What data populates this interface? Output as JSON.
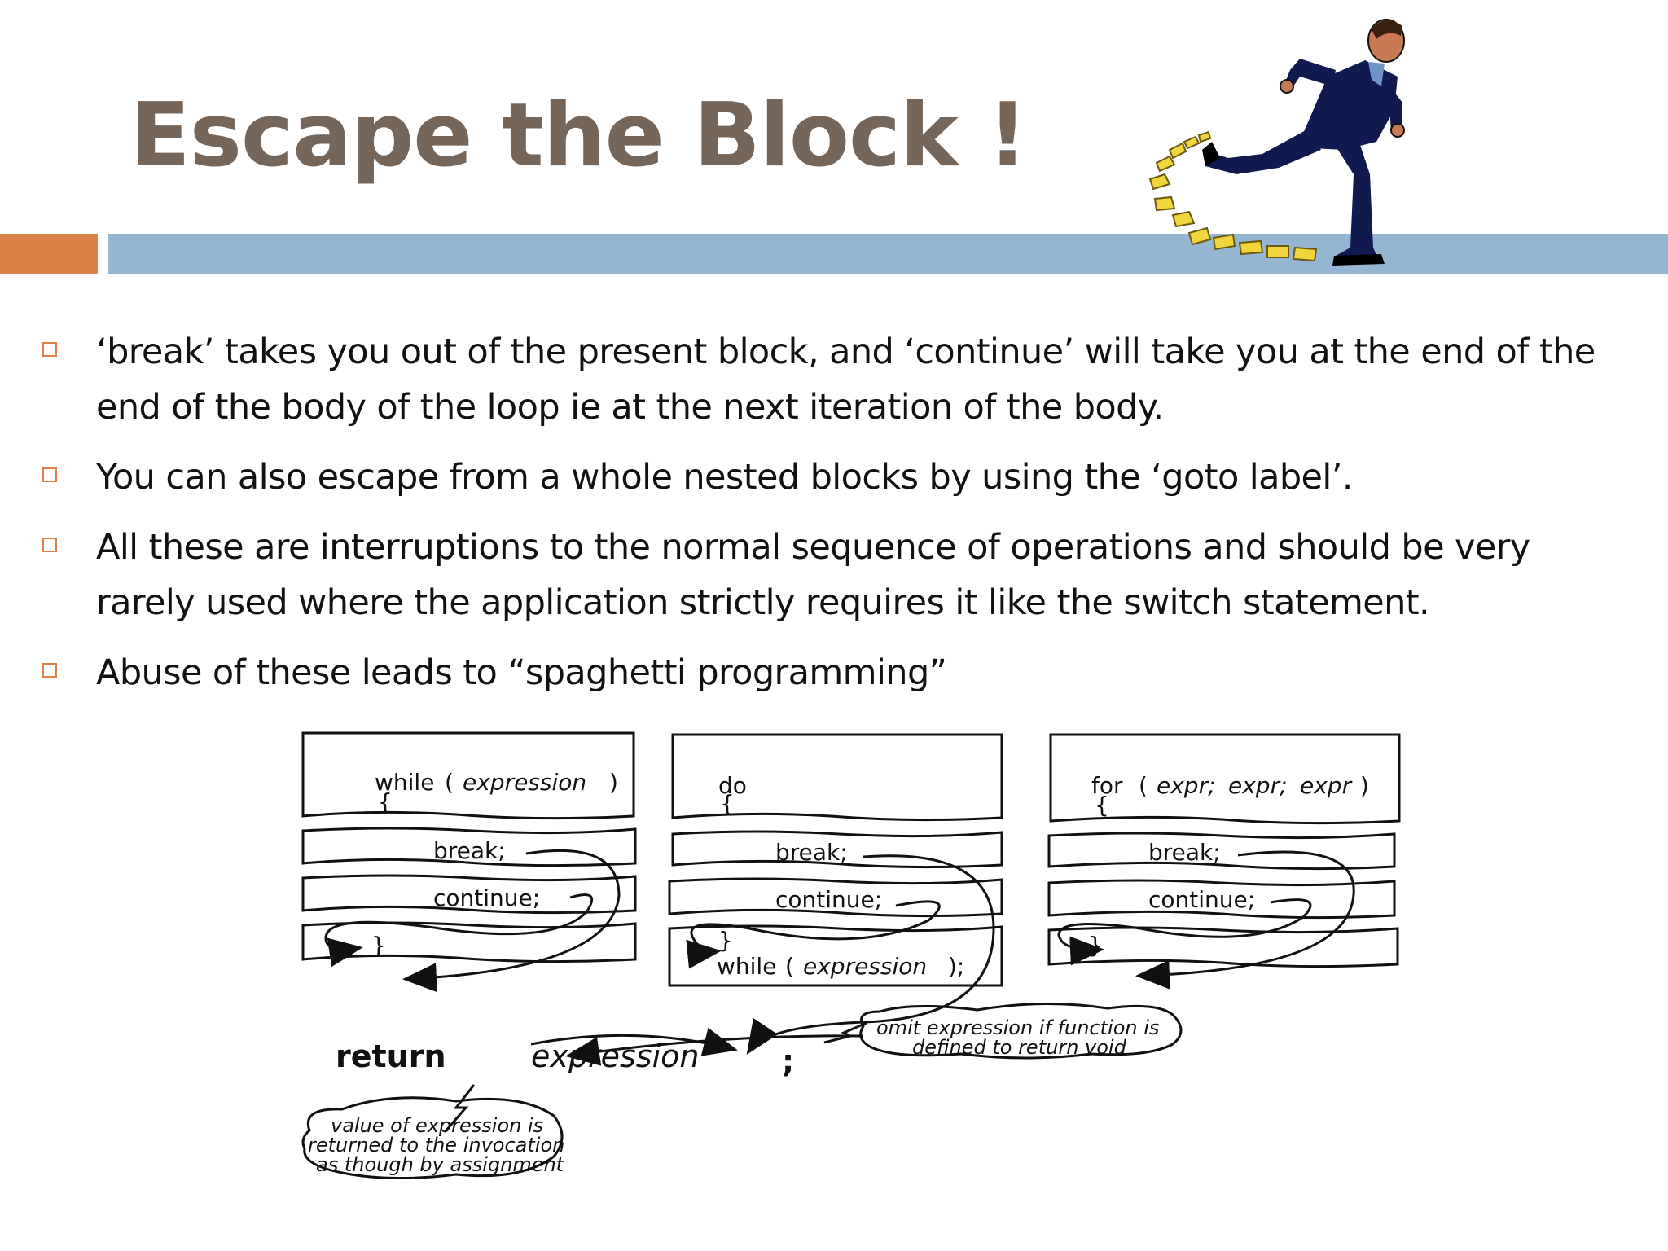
{
  "slide": {
    "title": "Escape the Block !",
    "colors": {
      "title": "#76665a",
      "accent": "#dd8047",
      "rule": "#94b6d2",
      "bullet_marker": "#dd8047"
    },
    "illustration": "running-businessman-with-paper-trail",
    "bullets": [
      "‘break’ takes you out of the present block, and ‘continue’ will take you at the end of the end of the body of the loop ie at the next iteration of the body.",
      "You can also escape from a whole nested blocks by using the ‘goto label’.",
      "All these are interruptions to the normal sequence of operations and should be very rarely  used where the application strictly requires it like the switch statement.",
      "Abuse of these leads to “spaghetti programming”"
    ]
  },
  "diagram": {
    "while_loop": {
      "keyword": "while",
      "open_paren": "(",
      "expression": "expression",
      "close_paren": ")",
      "open_brace": "{",
      "break": "break;",
      "continue": "continue;",
      "close_brace": "}"
    },
    "do_loop": {
      "keyword": "do",
      "open_brace": "{",
      "break": "break;",
      "continue": "continue;",
      "close_brace": "}",
      "while_keyword": "while",
      "open_paren": "(",
      "expression": "expression",
      "close": ");"
    },
    "for_loop": {
      "keyword": "for",
      "open_paren": "(",
      "expr1": "expr;",
      "expr2": "expr;",
      "expr3": "expr",
      "close_paren": ")",
      "open_brace": "{",
      "break": "break;",
      "continue": "continue;",
      "close_brace": "}"
    },
    "return_statement": {
      "keyword": "return",
      "expression": "expression",
      "semicolon": ";"
    },
    "omit_note": [
      "omit expression if function is",
      "defined to return void"
    ],
    "value_note": [
      "value of expression is",
      "returned to the invocation",
      "as though by assignment"
    ]
  }
}
